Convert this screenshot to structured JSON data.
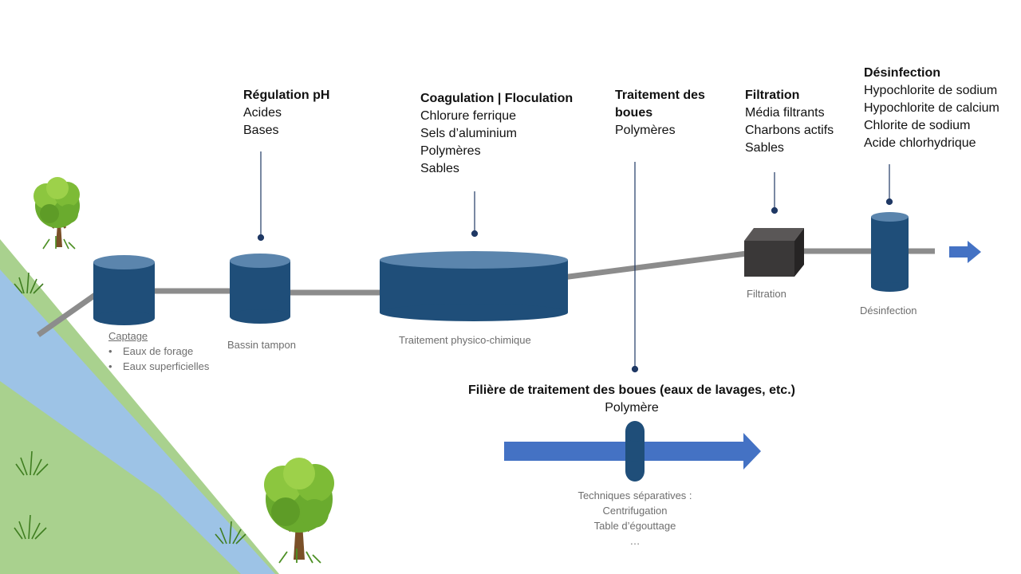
{
  "colors": {
    "tank": "#1f4e79",
    "tank_top": "#5b85ad",
    "pipe": "#8c8c8c",
    "arrow": "#4472c4",
    "river": "#9dc3e6",
    "grass": "#a9d18e",
    "box_front": "#3a3838",
    "box_top": "#5a5757",
    "leader": "#1f3864"
  },
  "units": {
    "captage": {
      "label": "Captage",
      "items": [
        "Eaux de forage",
        "Eaux superficielles"
      ]
    },
    "bassin": {
      "label": "Bassin tampon"
    },
    "physchim": {
      "label": "Traitement physico-chimique"
    },
    "filtration": {
      "label": "Filtration"
    },
    "desinfection": {
      "label": "Désinfection"
    }
  },
  "callouts": {
    "ph": {
      "title": "Régulation pH",
      "items": [
        "Acides",
        "Bases"
      ]
    },
    "coag": {
      "title": "Coagulation | Floculation",
      "items": [
        "Chlorure ferrique",
        "Sels d’aluminium",
        "Polymères",
        "Sables"
      ]
    },
    "boues": {
      "title_lines": [
        "Traitement des",
        "boues"
      ],
      "items": [
        "Polymères"
      ]
    },
    "filt": {
      "title": "Filtration",
      "items": [
        "Média filtrants",
        "Charbons actifs",
        "Sables"
      ]
    },
    "desinf": {
      "title": "Désinfection",
      "items": [
        "Hypochlorite de sodium",
        "Hypochlorite de calcium",
        "Chlorite de sodium",
        "Acide chlorhydrique"
      ]
    }
  },
  "sludge_line": {
    "title": "Filière de traitement des boues (eaux de lavages, etc.)",
    "subtitle": "Polymère",
    "techniques": [
      "Techniques séparatives :",
      "Centrifugation",
      "Table d’égouttage",
      "…"
    ]
  }
}
